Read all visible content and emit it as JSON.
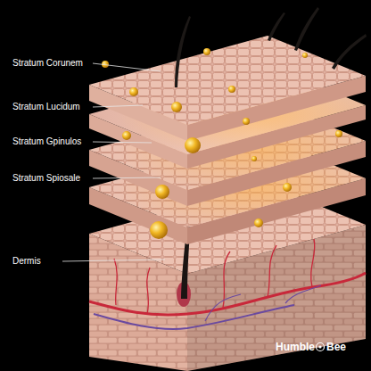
{
  "diagram": {
    "labels": [
      "Stratum Corunem",
      "Stratum Lucidum",
      "Stratum Gpinulos",
      "Stratum Spiosale",
      "Dermis",
      "Humble",
      "Bee"
    ]
  }
}
